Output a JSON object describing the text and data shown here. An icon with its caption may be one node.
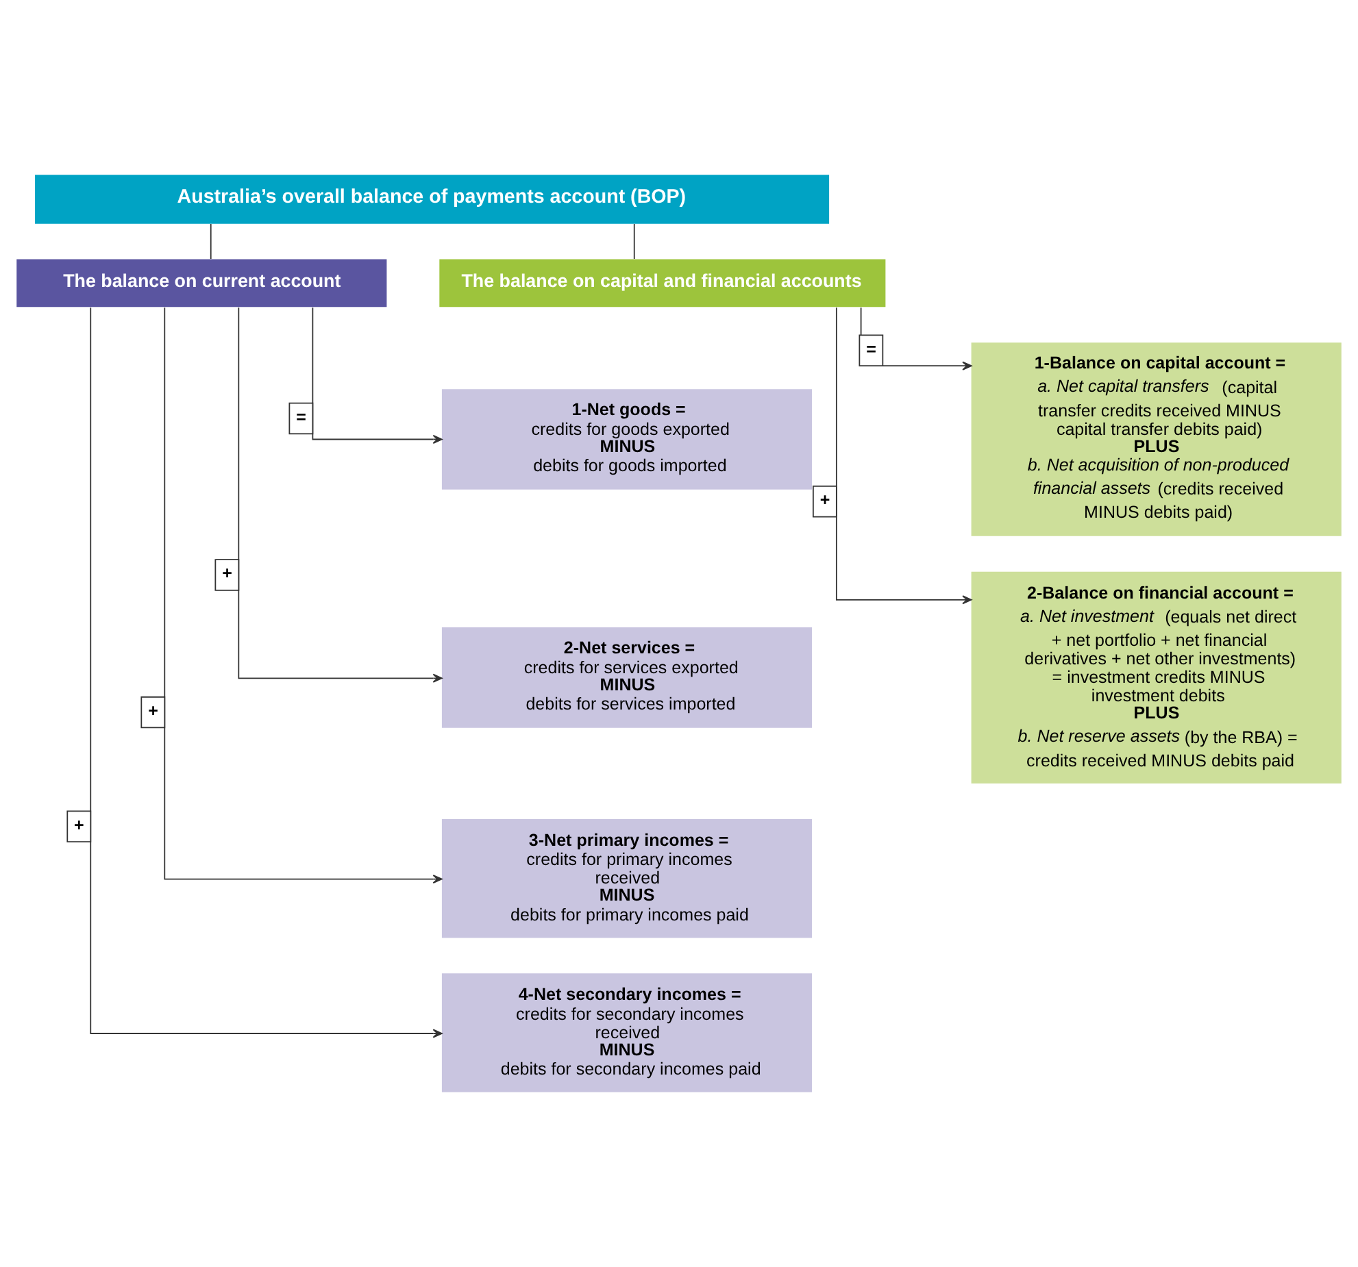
{
  "diagram": {
    "nodes": [
      {
        "text": [
          "Australia’s overall balance of payments account (BOP)"
        ]
      },
      {
        "text": [
          "The balance on current account"
        ]
      },
      {
        "text": [
          "The balance on capital and financial accounts"
        ]
      },
      {
        "text": [
          "1-Net goods =",
          "credits for goods exported",
          "**MINUS**",
          "debits for goods imported"
        ]
      },
      {
        "text": [
          "2-Net services =",
          "credits for services exported",
          "**MINUS**",
          "debits for services imported"
        ]
      },
      {
        "text": [
          "3-Net primary incomes =",
          "credits for primary incomes received",
          "**MINUS**",
          "debits for primary incomes paid"
        ]
      },
      {
        "text": [
          "4-Net secondary incomes =",
          "credits for secondary incomes received",
          "**MINUS**",
          "debits for secondary incomes paid"
        ]
      },
      {
        "text": [
          "1-Balance on capital account =",
          "*a. Net capital transfers* (capital transfer credits received MINUS capital transfer debits paid)",
          "**PLUS**",
          "*b. Net acquisition of non-produced financial assets* (credits received MINUS debits paid)"
        ]
      },
      {
        "text": [
          "2-Balance on financial account =",
          "*a. Net investment* (equals net direct + net portfolio + net financial derivatives + net other investments) = investment credits MINUS investment debits",
          "**PLUS**",
          "*b. Net reserve assets* (by the RBA) = credits received MINUS debits paid"
        ]
      }
    ],
    "edges": [
      {
        "from": 0,
        "to": 1,
        "arrow": "none"
      },
      {
        "from": 0,
        "to": 2,
        "arrow": "none"
      },
      {
        "from": 1,
        "to": 3,
        "arrow": "to",
        "label": "="
      },
      {
        "from": 1,
        "to": 4,
        "arrow": "to",
        "label": "+"
      },
      {
        "from": 1,
        "to": 5,
        "arrow": "to",
        "label": "+"
      },
      {
        "from": 1,
        "to": 6,
        "arrow": "to",
        "label": "+"
      },
      {
        "from": 2,
        "to": 7,
        "arrow": "to",
        "label": "="
      },
      {
        "from": 2,
        "to": 8,
        "arrow": "to",
        "label": "+"
      }
    ]
  }
}
